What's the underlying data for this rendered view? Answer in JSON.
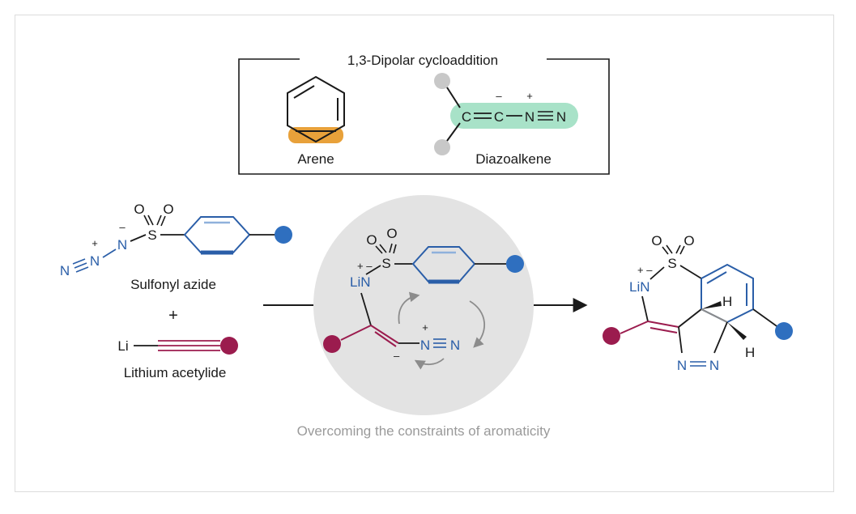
{
  "colors": {
    "blue": "#2a5ea8",
    "light_blue": "#8fb1dc",
    "dot_blue": "#2f6fbf",
    "magenta": "#9b1c4e",
    "orange": "#e8a13a",
    "mint": "#a8e2c8",
    "gray_circle": "#e3e3e3",
    "gray_dot": "#c8c8c8",
    "arrow_gray": "#8c8c8c"
  },
  "box": {
    "title": "1,3-Dipolar cycloaddition",
    "arene_label": "Arene",
    "diazoalkene_label": "Diazoalkene"
  },
  "diazo": {
    "c1": "C",
    "c2": "C",
    "n1": "N",
    "n2": "N",
    "minus": "–",
    "plus": "+"
  },
  "reagents": {
    "azide_label": "Sulfonyl azide",
    "plus_sign": "+",
    "acetylide_label": "Lithium acetylide",
    "li": "Li",
    "n_a": "N",
    "n_b": "N",
    "n_c": "N",
    "s": "S",
    "o1": "O",
    "o2": "O",
    "minus": "–",
    "plus": "+"
  },
  "intermediate": {
    "li_n": "LiN",
    "s": "S",
    "o1": "O",
    "o2": "O",
    "n1": "N",
    "n2": "N",
    "plus_minus": "+ –",
    "plus": "+",
    "minus": "–"
  },
  "product": {
    "li_n": "LiN",
    "s": "S",
    "o1": "O",
    "o2": "O",
    "n1": "N",
    "n2": "N",
    "h1": "H",
    "h2": "H",
    "plus_minus": "+ –"
  },
  "caption": "Overcoming the constraints of aromaticity"
}
